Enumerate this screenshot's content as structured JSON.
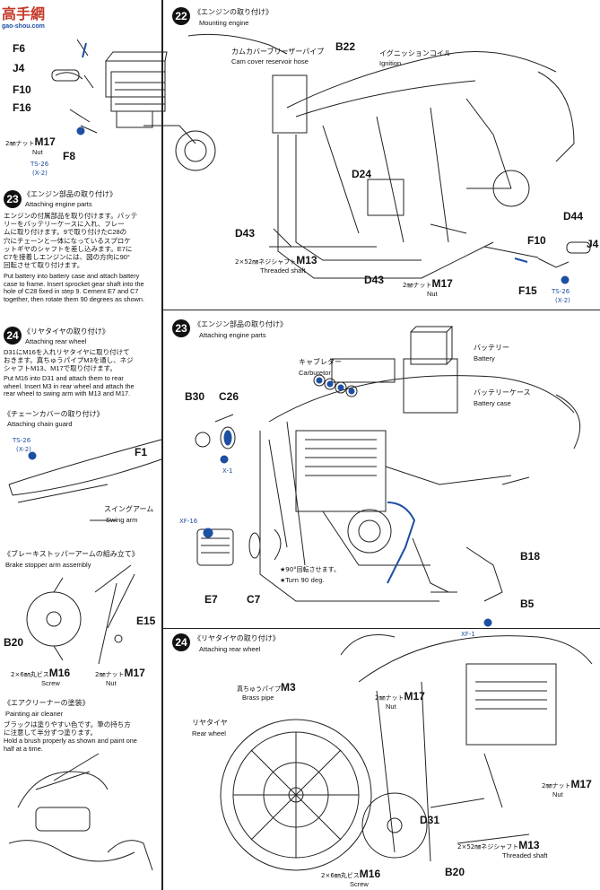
{
  "watermark": {
    "main": "高手網",
    "url": "gao-shou.com"
  },
  "step22": {
    "number": "22",
    "title_jp": "《エンジンの取り付け》",
    "title_en": "Mounting engine"
  },
  "step23_right": {
    "number": "23",
    "title_jp": "《エンジン部品の取り付け》",
    "title_en": "Attaching engine parts"
  },
  "step24_right": {
    "number": "24",
    "title_jp": "《リヤタイヤの取り付け》",
    "title_en": "Attaching rear wheel"
  },
  "left": {
    "step23": {
      "number": "23",
      "title_jp": "《エンジン部品の取り付け》",
      "title_en": "Attaching engine parts",
      "body_jp": [
        "エンジンの付属部品を取り付けます。バッテ",
        "リーをバッテリーケースに入れ、フレー",
        "ムに取り付けます。9で取り付けたC28の",
        "穴にチェーンと一体になっているスプロケ",
        "ットギヤのシャフトを差し込みます。E7に",
        "C7を接着しエンジンには、図の方向に90°",
        "回転させて取り付けます。"
      ],
      "body_en": [
        "Put battery into battery case and attach battery",
        "case to frame. Insert sprocket gear shaft into the",
        "hole of C28 fixed in step 9. Cement E7 and C7",
        "together, then rotate them 90 degrees as shown."
      ]
    },
    "step24": {
      "number": "24",
      "title_jp": "《リヤタイヤの取り付け》",
      "title_en": "Attaching rear wheel",
      "body_jp": [
        "D31にM16を入れリヤタイヤに取り付けて",
        "おきます。真ちゅうパイプM3を通し、ネジ",
        "シャフトM13、M17で取り付けます。"
      ],
      "body_en": [
        "Put M16 into D31 and attach them to rear",
        "wheel. Insert M3 in rear wheel and attach the",
        "rear wheel to swing arm with M13 and M17."
      ]
    },
    "chain": {
      "title_jp": "《チェーンカバーの取り付け》",
      "title_en": "Attaching chain guard"
    },
    "brake": {
      "title_jp": "《ブレーキストッパーアームの組み立て》",
      "title_en": "Brake stopper arm assembly"
    },
    "air": {
      "title_jp": "《エアクリーナーの塗装》",
      "title_en": "Painting air cleaner",
      "body_jp": [
        "ブラックは塗りやすい色です。筆の持ち方",
        "に注意して半分ずつ塗ります。"
      ],
      "body_en": [
        "Hold a brush properly as shown and paint one",
        "half at a time."
      ]
    }
  },
  "labels": {
    "F6": "F6",
    "J4": "J4",
    "F10": "F10",
    "F16": "F16",
    "M17": "M17",
    "M17_prefix": "2㎜ナット",
    "nut": "Nut",
    "F8": "F8",
    "ts26": "TS-26",
    "x2": "(X-2)",
    "B22": "B22",
    "D24": "D24",
    "D43": "D43",
    "D44": "D44",
    "cam_jp": "カムカバーブリーザーパイプ",
    "cam_en": "Cam cover reservoir hose",
    "ign_jp": "イグニッションコイル",
    "ign_en": "Ignition",
    "m13_jp": "2×52㎜ネジシャフト",
    "m13": "M13",
    "m13_en": "Threaded shaft",
    "F10r": "F10",
    "J4r": "J4",
    "F15": "F15",
    "battery_jp": "バッテリー",
    "battery_en": "Battery",
    "carb_jp": "キャブレター",
    "carb_en": "Carburetor",
    "bcase_jp": "バッテリーケース",
    "bcase_en": "Battery case",
    "B30": "B30",
    "C26": "C26",
    "X1": "X-1",
    "XF16": "XF-16",
    "E7": "E7",
    "C7": "C7",
    "B18": "B18",
    "B5": "B5",
    "XF1": "XF-1",
    "rot_jp": "★90°回転させます。",
    "rot_en": "★Turn 90 deg.",
    "F1": "F1",
    "swing_jp": "スイングアーム",
    "swing_en": "Swing arm",
    "E15": "E15",
    "B20": "B20",
    "m16_jp": "2×6㎜丸ビス",
    "M16": "M16",
    "screw": "Screw",
    "brass_jp": "真ちゅうパイプ",
    "M3": "M3",
    "brass_en": "Brass pipe",
    "rw_jp": "リヤタイヤ",
    "rw_en": "Rear wheel",
    "D31": "D31",
    "B20r": "B20"
  }
}
